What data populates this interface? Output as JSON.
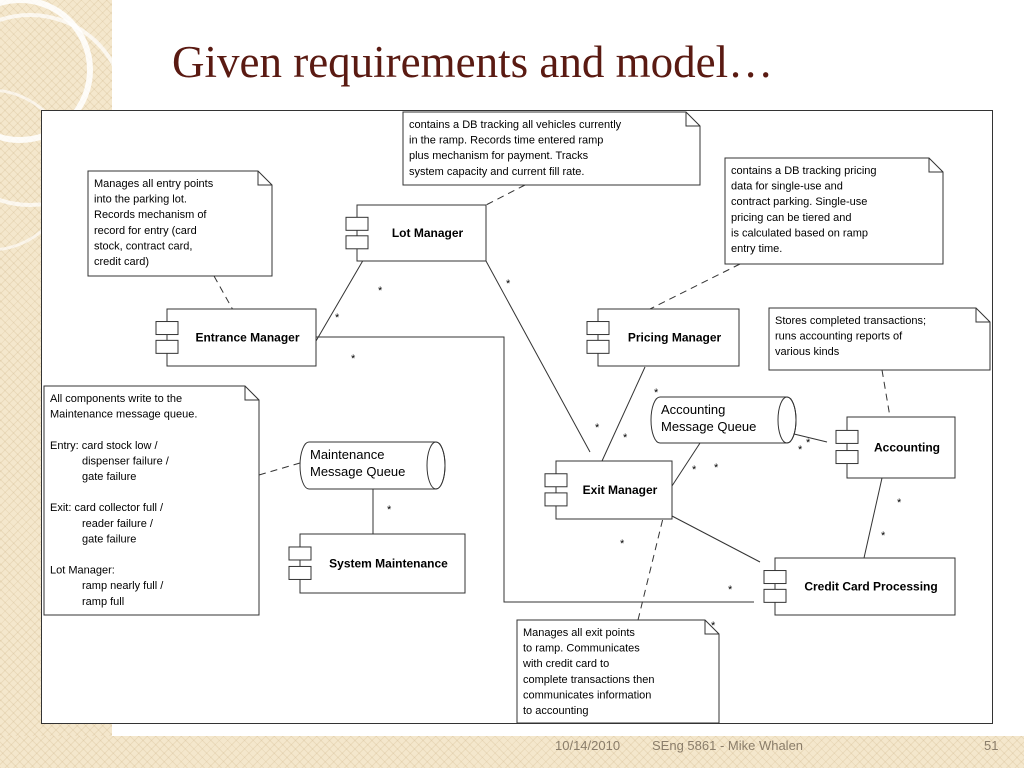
{
  "slide": {
    "title": "Given requirements and model…",
    "footer": {
      "date": "10/14/2010",
      "course": "SEng 5861 - Mike Whalen",
      "page": "51"
    }
  },
  "components": [
    {
      "id": "lot-manager",
      "name": "Lot Manager"
    },
    {
      "id": "entrance-manager",
      "name": "Entrance Manager"
    },
    {
      "id": "pricing-manager",
      "name": "Pricing Manager"
    },
    {
      "id": "exit-manager",
      "name": "Exit Manager"
    },
    {
      "id": "accounting",
      "name": "Accounting"
    },
    {
      "id": "credit-card-processing",
      "name": "Credit Card Processing"
    },
    {
      "id": "system-maintenance",
      "name": "System Maintenance"
    }
  ],
  "queues": [
    {
      "id": "maintenance-queue",
      "lines": [
        "Maintenance",
        "Message Queue"
      ]
    },
    {
      "id": "accounting-queue",
      "lines": [
        "Accounting",
        "Message Queue"
      ]
    }
  ],
  "notes": [
    {
      "id": "lot-db-note",
      "lines": [
        "contains a DB tracking all vehicles currently",
        "in the ramp.  Records time entered ramp",
        "plus mechanism for payment.  Tracks",
        "system capacity and current fill rate."
      ]
    },
    {
      "id": "entry-note",
      "lines": [
        "Manages all entry points",
        "into the parking lot.",
        "Records mechanism of",
        "record for entry (card",
        "stock, contract card,",
        "credit card)"
      ]
    },
    {
      "id": "pricing-note",
      "lines": [
        "contains a DB tracking pricing",
        "data for single-use and",
        "contract parking.  Single-use",
        "pricing can be tiered and",
        "is calculated based on ramp",
        "entry time."
      ]
    },
    {
      "id": "transactions-note",
      "lines": [
        "Stores completed transactions;",
        "runs accounting reports of",
        "various kinds"
      ]
    },
    {
      "id": "maintenance-note",
      "lines": [
        "All components write to the",
        "Maintenance message queue.",
        "",
        "Entry: card stock low /",
        "dispenser failure /",
        "gate failure",
        "",
        "Exit:   card collector full /",
        "reader failure /",
        "gate failure",
        "",
        "Lot Manager:",
        "ramp nearly full /",
        "ramp full"
      ]
    },
    {
      "id": "exit-note",
      "lines": [
        "Manages all exit points",
        "to ramp.  Communicates",
        "with credit card to",
        "complete transactions then",
        "communicates information",
        "to accounting"
      ]
    }
  ],
  "multiplicity_symbol": "*"
}
